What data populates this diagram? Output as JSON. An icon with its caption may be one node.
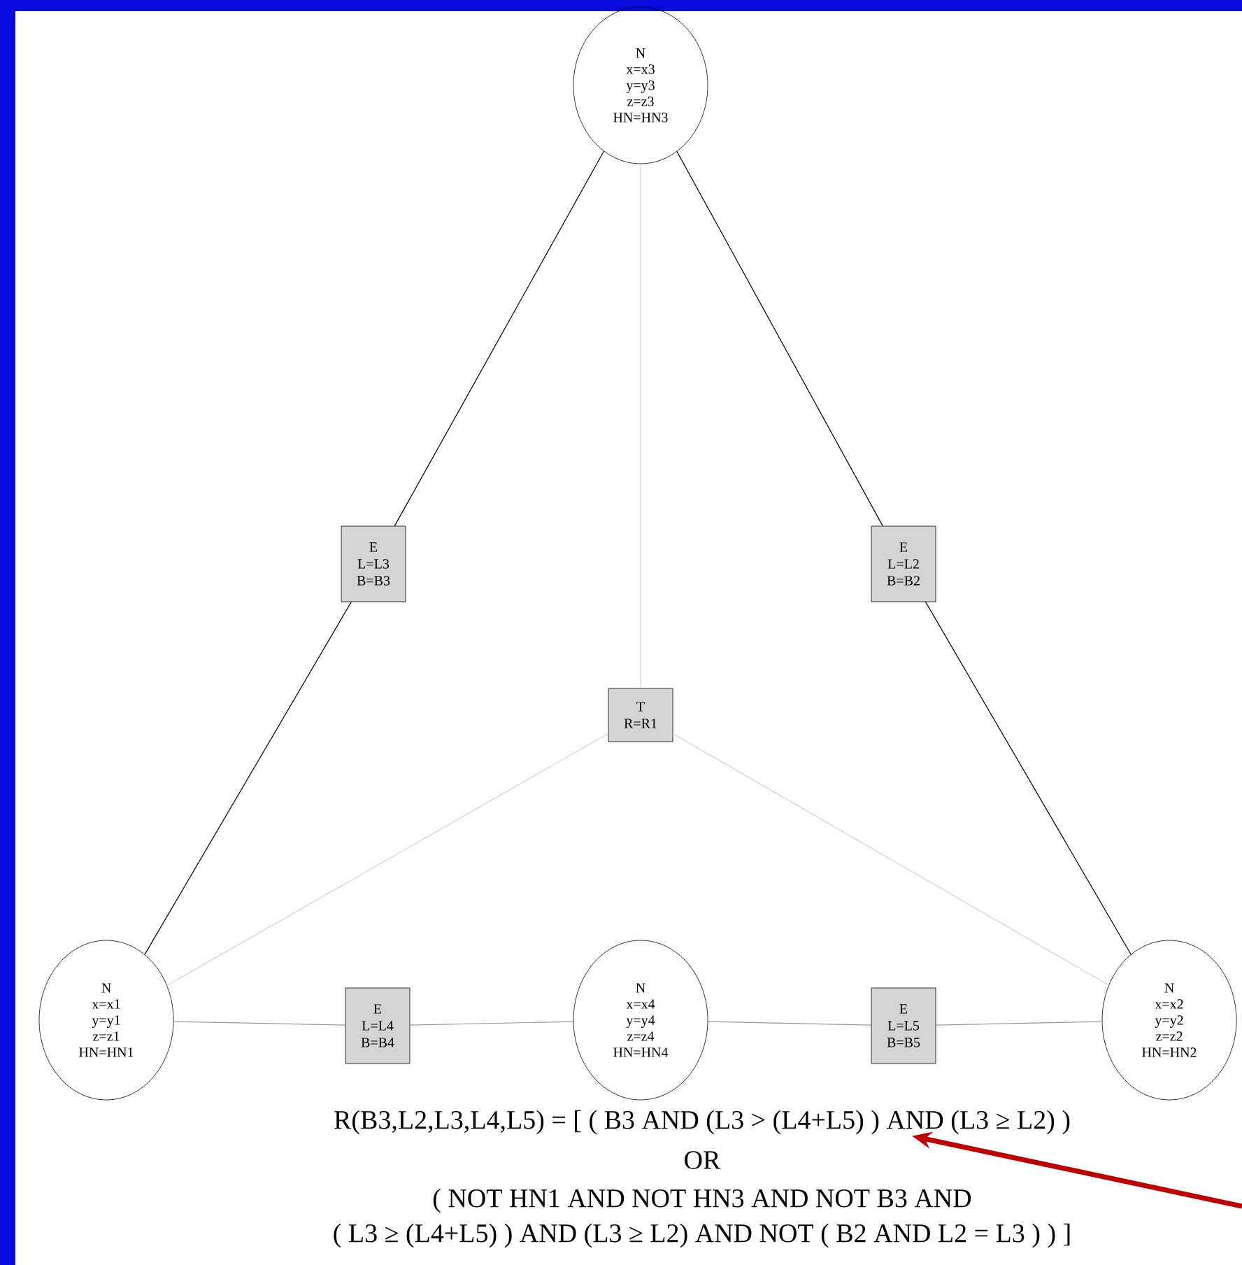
{
  "diagram": {
    "nodes": [
      {
        "text": [
          "N",
          "x=x3",
          "y=y3",
          "z=z3",
          "HN=HN3"
        ]
      },
      {
        "text": [
          "E",
          "L=L3",
          "B=B3"
        ]
      },
      {
        "text": [
          "E",
          "L=L2",
          "B=B2"
        ]
      },
      {
        "text": [
          "T",
          "R=R1"
        ]
      },
      {
        "text": [
          "N",
          "x=x1",
          "y=y1",
          "z=z1",
          "HN=HN1"
        ]
      },
      {
        "text": [
          "E",
          "L=L4",
          "B=B4"
        ]
      },
      {
        "text": [
          "N",
          "x=x4",
          "y=y4",
          "z=z4",
          "HN=HN4"
        ]
      },
      {
        "text": [
          "E",
          "L=L5",
          "B=B5"
        ]
      },
      {
        "text": [
          "N",
          "x=x2",
          "y=y2",
          "z=z2",
          "HN=HN2"
        ]
      },
      {
        "text": [
          "R(B3,L2,L3,L4,L5) = [ ( B3 AND (L3 > (L4+L5) ) AND (L3 ≥ L2) )"
        ]
      }
    ],
    "edges": [
      {
        "from": 0,
        "to": 1,
        "arrow": "none"
      },
      {
        "from": 1,
        "to": 4,
        "arrow": "none"
      },
      {
        "from": 0,
        "to": 2,
        "arrow": "none"
      },
      {
        "from": 2,
        "to": 8,
        "arrow": "none"
      },
      {
        "from": 0,
        "to": 3,
        "arrow": "none",
        "color": "#d4d4d4"
      },
      {
        "from": 3,
        "to": 4,
        "arrow": "none",
        "color": "#d4d4d4"
      },
      {
        "from": 3,
        "to": 8,
        "arrow": "none",
        "color": "#d4d4d4"
      },
      {
        "from": 4,
        "to": 5,
        "arrow": "none",
        "color": "#999999"
      },
      {
        "from": 5,
        "to": 6,
        "arrow": "none",
        "color": "#999999"
      },
      {
        "from": 6,
        "to": 7,
        "arrow": "none",
        "color": "#999999"
      },
      {
        "from": 7,
        "to": 8,
        "arrow": "none",
        "color": "#999999"
      },
      {
        "from": null,
        "to": 9,
        "arrow": "to",
        "style": "thick",
        "color": "#c00000"
      }
    ],
    "labels": [
      "OR",
      "( NOT HN1 AND NOT HN3 AND NOT B3 AND",
      "( L3 ≥ (L4+L5) ) AND (L3 ≥ L2) AND NOT ( B2 AND L2 = L3 ) ) ]"
    ]
  }
}
